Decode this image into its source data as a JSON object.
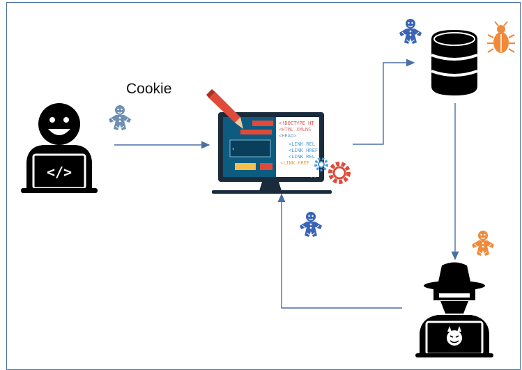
{
  "labels": {
    "cookie": "Cookie"
  },
  "code_lines": [
    "<!DOCTYPE HT",
    "<HTML XMLNS",
    "<HEAD>",
    "<LINK REL",
    "<LINK HREF",
    "<LINK REL",
    "<LINK HREF"
  ],
  "colors": {
    "frame": "#4a6fa5",
    "arrow": "#4a6fa5",
    "cookie_blue": "#3a64b4",
    "cookie_gray": "#6f8fb3",
    "cookie_orange": "#f08a3a",
    "bug_orange": "#f08a3a",
    "black": "#000000",
    "monitor_teal": "#0d5c80",
    "gear_red": "#e04a3a",
    "gear_blue": "#4a9ad8"
  },
  "icons": [
    "developer-laptop-icon",
    "gingerbread-cookie-icon",
    "web-app-monitor-icon",
    "database-icon",
    "bug-icon",
    "hacker-laptop-icon",
    "gear-icon",
    "pencil-icon"
  ]
}
